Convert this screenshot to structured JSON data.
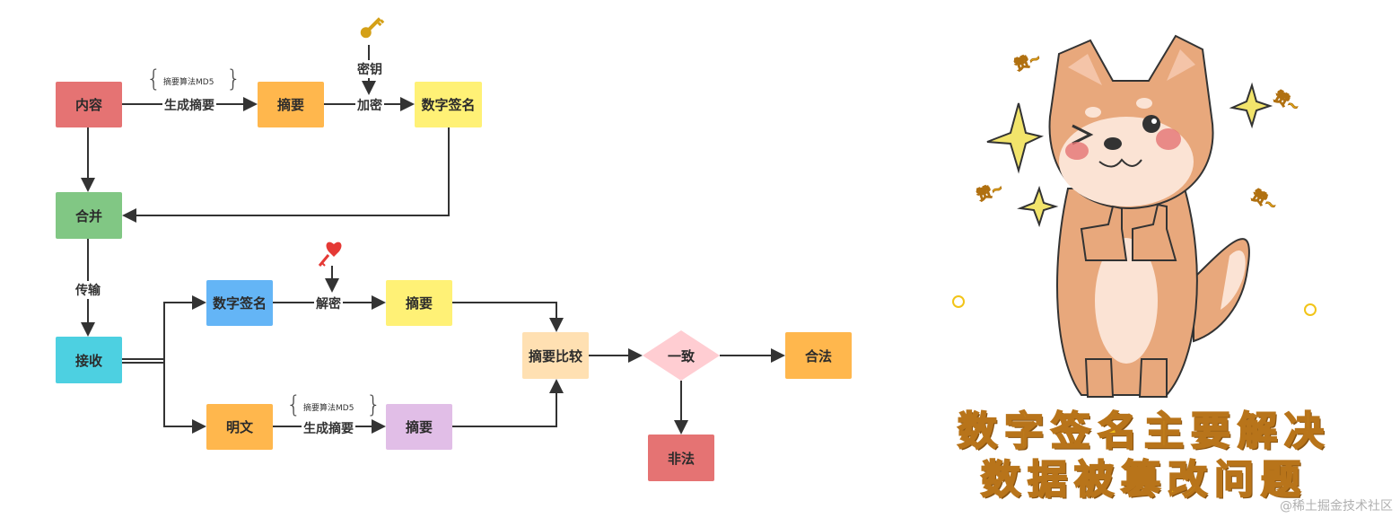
{
  "nodes": {
    "content": "内容",
    "digest1": "摘要",
    "signature1": "数字签名",
    "merge": "合并",
    "receive": "接收",
    "signature2": "数字签名",
    "digest2": "摘要",
    "plaintext": "明文",
    "digest3": "摘要",
    "compare": "摘要比较",
    "consistent": "一致",
    "legal": "合法",
    "illegal": "非法"
  },
  "labels": {
    "generate_digest_top": "生成摘要",
    "algorithm_top": "摘要算法MD5",
    "key": "密钥",
    "encrypt": "加密",
    "transmit": "传输",
    "decrypt": "解密",
    "generate_digest_bottom": "生成摘要",
    "algorithm_bottom": "摘要算法MD5"
  },
  "illustration": {
    "caption_line1": "数字签名主要解决",
    "caption_line2": "数据被篡改问题",
    "praise": "赞~"
  },
  "watermark": "@稀土掘金技术社区",
  "colors": {
    "red": "#e57373",
    "orange": "#ffb74d",
    "yellow": "#fff176",
    "green": "#81c784",
    "cyan": "#4dd0e1",
    "blue": "#64b5f6",
    "lavender": "#e1bee7",
    "peach": "#ffe0b2",
    "pink": "#ffcdd2"
  }
}
